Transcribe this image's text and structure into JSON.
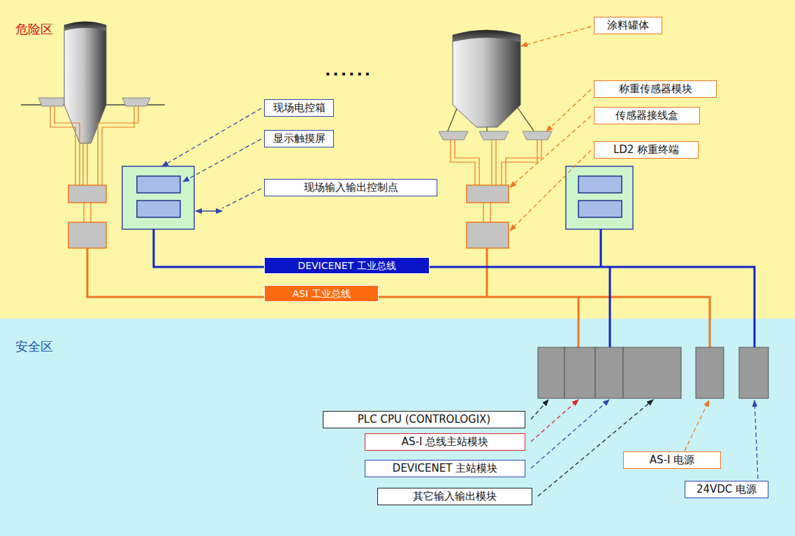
{
  "diagram": {
    "nodes": [
      {
        "text": [
          "危险区"
        ]
      },
      {
        "text": [
          "涂料罐体"
        ],
        "in": 0
      },
      {
        "text": [
          "称重传感器模块"
        ],
        "in": 0
      },
      {
        "text": [
          "现场电控箱"
        ],
        "in": 0
      },
      {
        "text": [
          "传感器接线盒"
        ],
        "in": 0
      },
      {
        "text": [
          "显示触摸屏"
        ],
        "in": 0
      },
      {
        "text": [
          "LD2 称重终端"
        ],
        "in": 0
      },
      {
        "text": [
          "现场输入输出控制点"
        ],
        "in": 0
      },
      {
        "text": [
          "DEVICENET 工业总线"
        ],
        "in": 0
      },
      {
        "text": [
          "ASI 工业总线"
        ],
        "in": 0
      },
      {
        "text": [
          "安全区"
        ]
      },
      {
        "text": [
          "PLC CPU (CONTROLOGIX)"
        ],
        "in": 10
      },
      {
        "text": [
          "AS-I 总线主站模块"
        ],
        "in": 10
      },
      {
        "text": [
          "AS-I 电源"
        ],
        "in": 10
      },
      {
        "text": [
          "DEVICENET 主站模块"
        ],
        "in": 10
      },
      {
        "text": [
          "24VDC 电源"
        ],
        "in": 10
      },
      {
        "text": [
          "其它输入输出模块"
        ],
        "in": 10
      }
    ],
    "labels": [
      "......"
    ]
  }
}
